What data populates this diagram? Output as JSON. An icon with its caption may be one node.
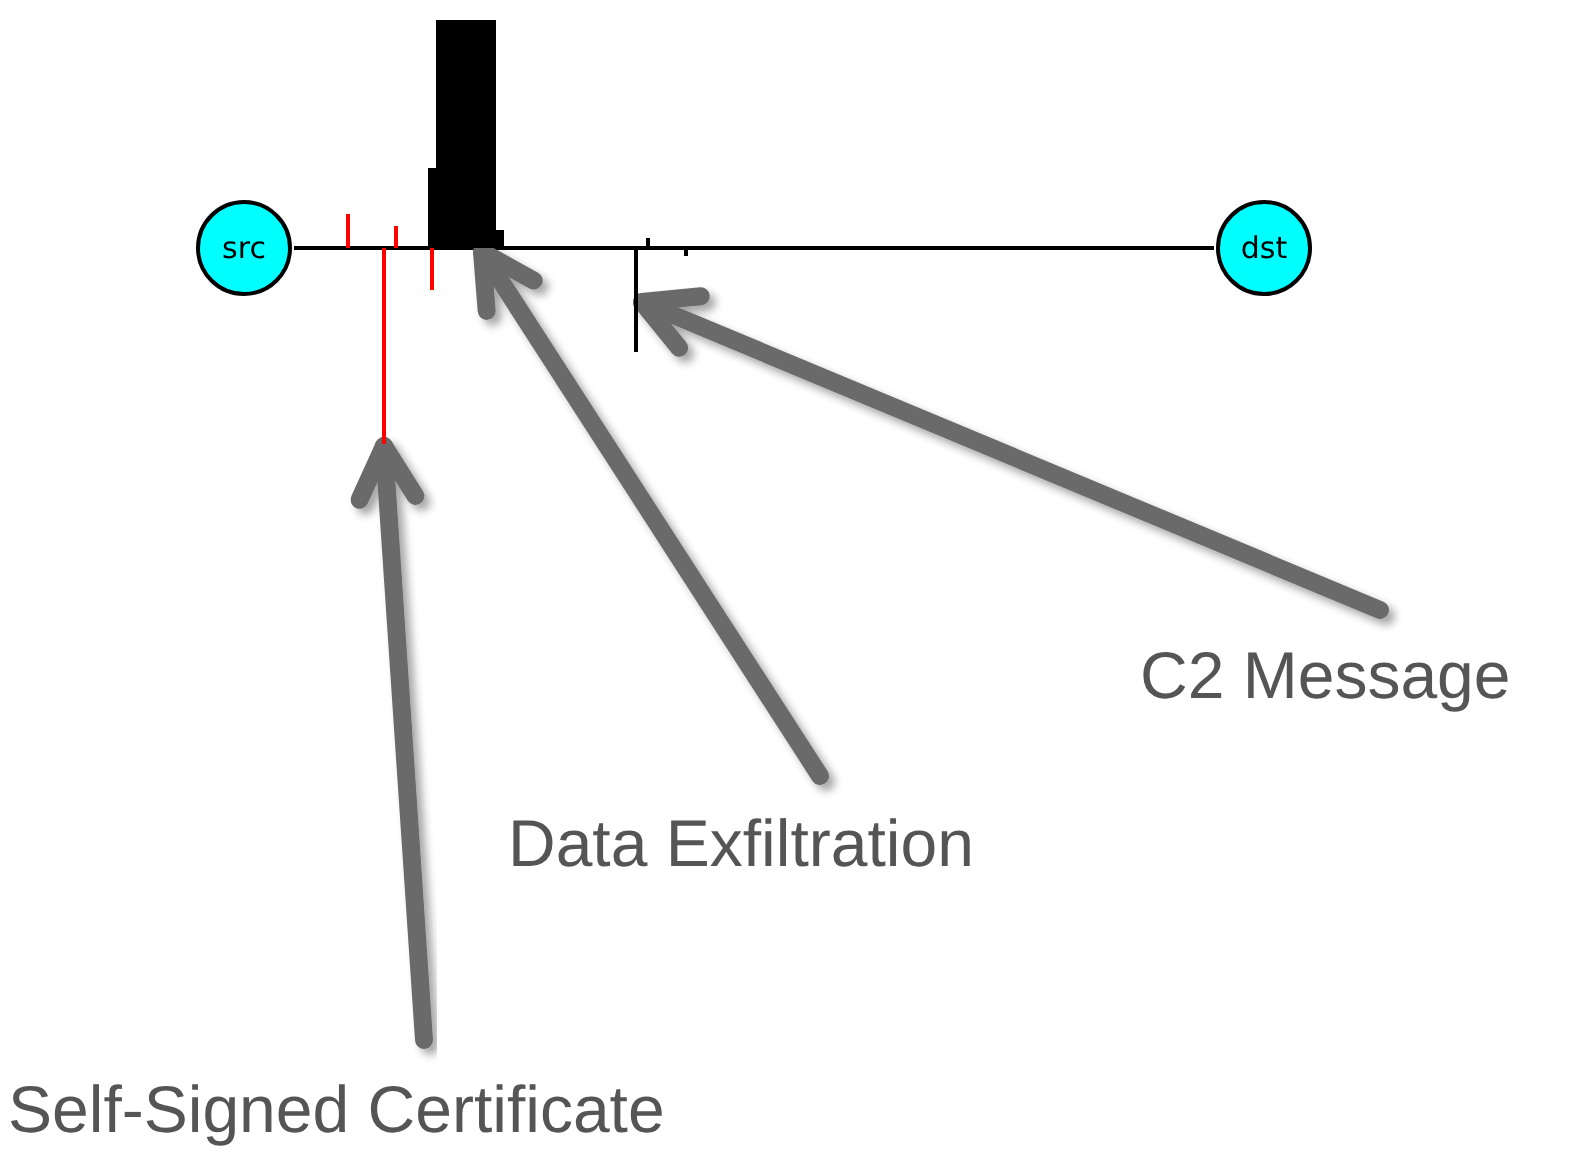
{
  "diagram": {
    "nodes": [
      {
        "text": [
          "src"
        ]
      },
      {
        "text": [
          "dst"
        ]
      },
      {
        "text": [],
        "shape": "bar"
      },
      {
        "text": [],
        "shape": "bar"
      },
      {
        "text": [],
        "shape": "bar"
      },
      {
        "text": [
          "C2 Message"
        ]
      },
      {
        "text": [
          "Data Exfiltration"
        ]
      },
      {
        "text": [
          "Self-Signed Certificate"
        ]
      }
    ],
    "edges": [
      {
        "from": 0,
        "to": 1,
        "arrow": "none",
        "color": "#000000"
      },
      {
        "from": 5,
        "to": 4,
        "arrow": "to"
      },
      {
        "from": 6,
        "to": 3,
        "arrow": "to"
      },
      {
        "from": 7,
        "to": 2,
        "arrow": "to"
      }
    ]
  }
}
